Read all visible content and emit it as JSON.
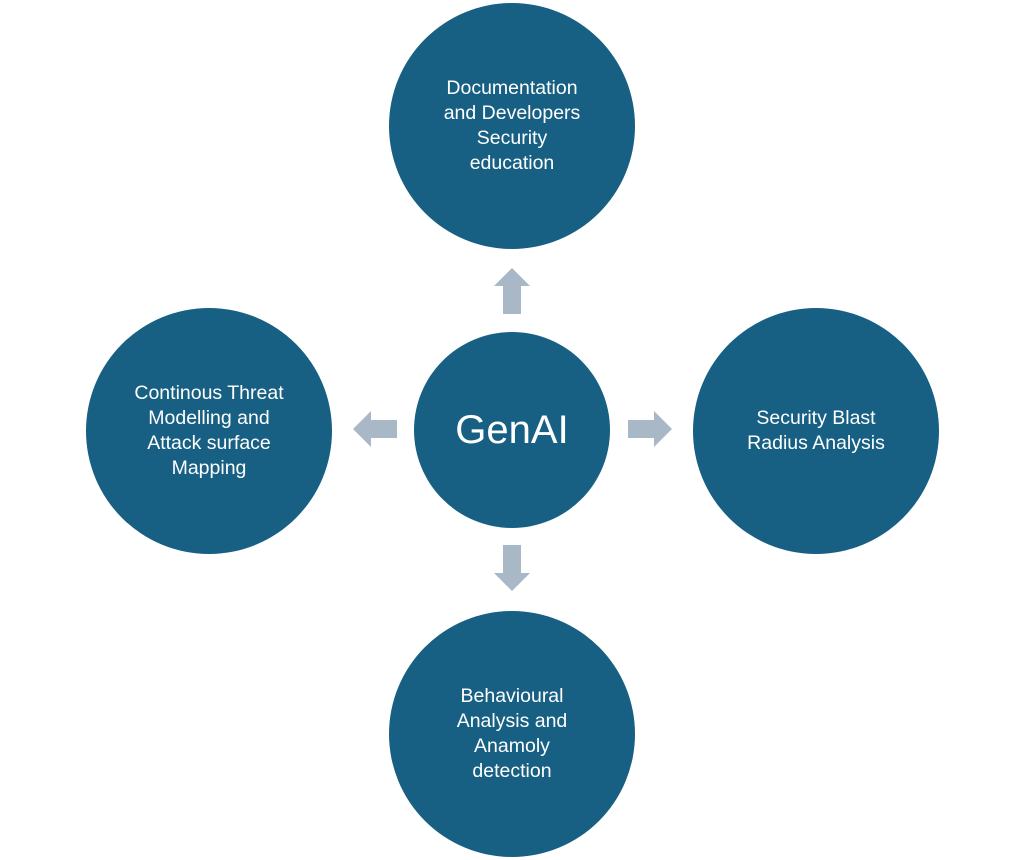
{
  "diagram": {
    "center": {
      "label": "GenAI"
    },
    "nodes": {
      "top": {
        "label": "Documentation\nand Developers\nSecurity\neducation"
      },
      "left": {
        "label": "Continous Threat\nModelling and\nAttack surface\nMapping"
      },
      "right": {
        "label": "Security Blast\nRadius Analysis"
      },
      "bottom": {
        "label": "Behavioural\nAnalysis and\nAnamoly\ndetection"
      }
    },
    "colors": {
      "node_fill": "#176083",
      "node_text": "#ffffff",
      "arrow_fill": "#a9b8c6"
    }
  }
}
